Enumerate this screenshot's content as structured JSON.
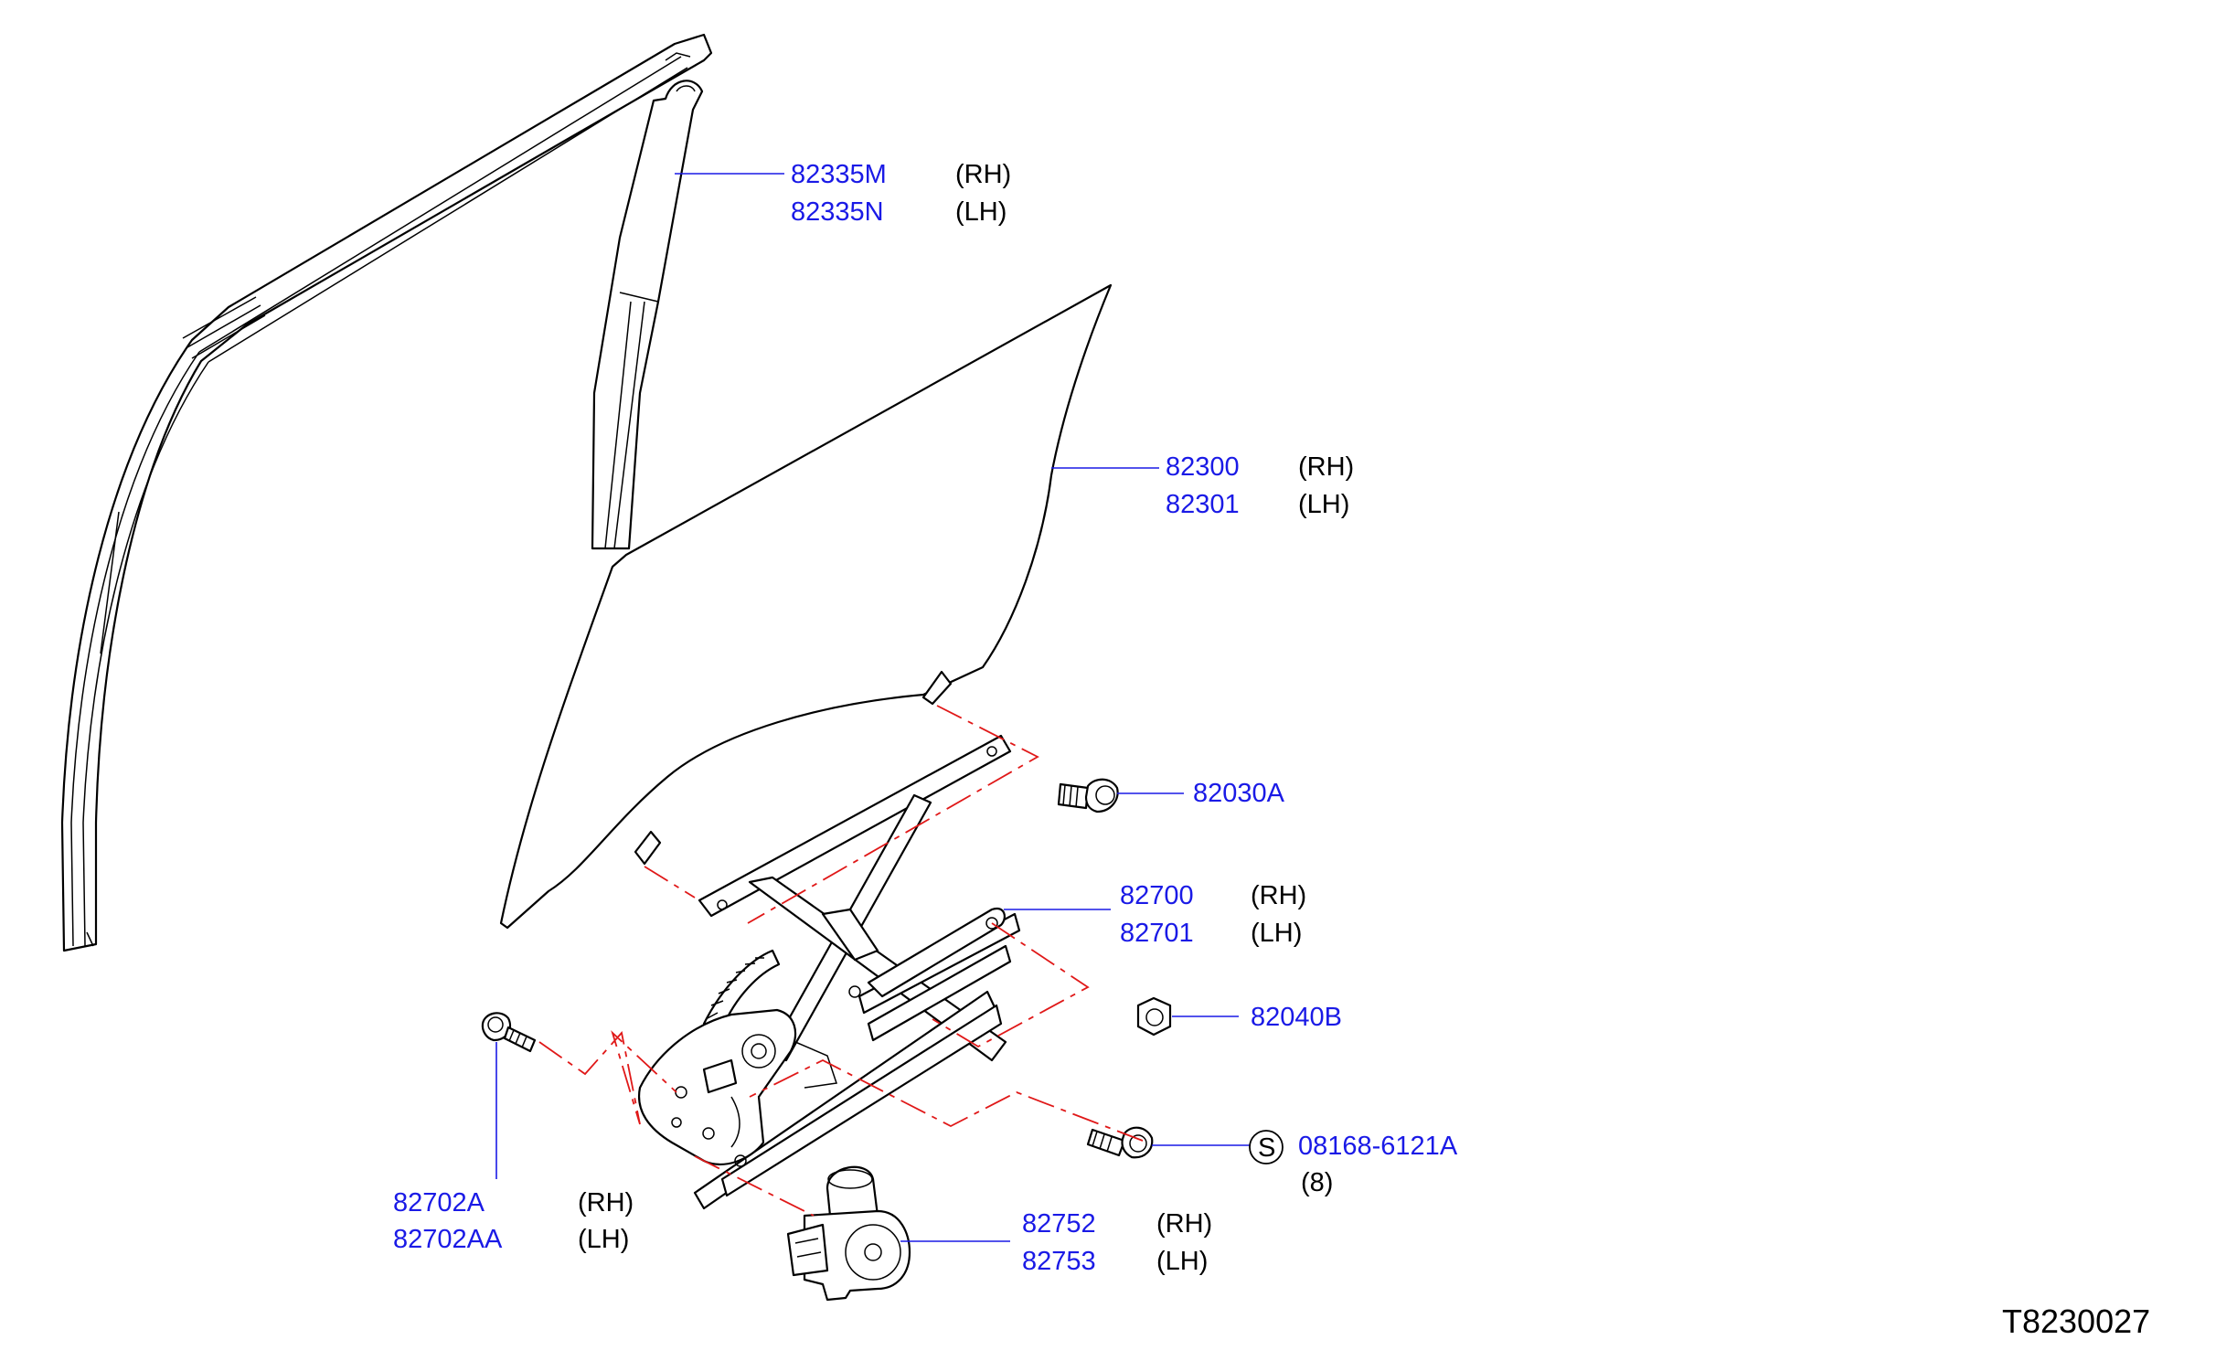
{
  "labels": {
    "sash_rh": "82335M",
    "sash_rh_side": "(RH)",
    "sash_lh": "82335N",
    "sash_lh_side": "(LH)",
    "glass_rh": "82300",
    "glass_rh_side": "(RH)",
    "glass_lh": "82301",
    "glass_lh_side": "(LH)",
    "glass_bolt": "82030A",
    "regulator_rh": "82700",
    "regulator_rh_side": "(RH)",
    "regulator_lh": "82701",
    "regulator_lh_side": "(LH)",
    "nut": "82040B",
    "std_bolt_symbol": "S",
    "std_bolt": "08168-6121A",
    "std_bolt_qty": "(8)",
    "reg_bolt_rh": "82702A",
    "reg_bolt_rh_side": "(RH)",
    "reg_bolt_lh": "82702AA",
    "reg_bolt_lh_side": "(LH)",
    "motor_rh": "82752",
    "motor_rh_side": "(RH)",
    "motor_lh": "82753",
    "motor_lh_side": "(LH)"
  },
  "diagram_code": "T8230027",
  "colors": {
    "part_number": "#1a1ae6",
    "fastener_path": "#e01818",
    "outline": "#000000"
  }
}
